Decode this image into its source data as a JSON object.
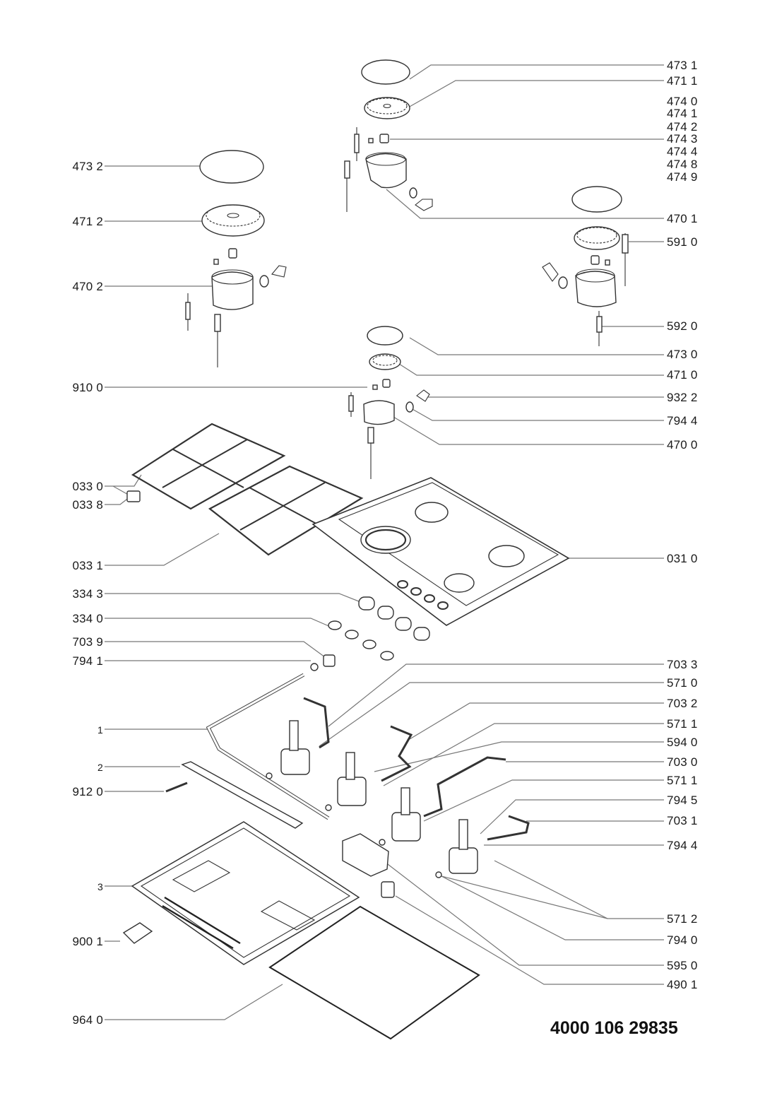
{
  "diagram": {
    "title": "Gas hob exploded parts diagram",
    "document_number": "4000 106 29835",
    "labels_right": [
      {
        "id": "473-1",
        "text": "473 1"
      },
      {
        "id": "471-1",
        "text": "471 1"
      },
      {
        "id": "474-0",
        "text": "474 0"
      },
      {
        "id": "474-1",
        "text": "474 1"
      },
      {
        "id": "474-2",
        "text": "474 2"
      },
      {
        "id": "474-3",
        "text": "474 3"
      },
      {
        "id": "474-4",
        "text": "474 4"
      },
      {
        "id": "474-8",
        "text": "474 8"
      },
      {
        "id": "474-9",
        "text": "474 9"
      },
      {
        "id": "470-1",
        "text": "470 1"
      },
      {
        "id": "591-0",
        "text": "591 0"
      },
      {
        "id": "592-0",
        "text": "592 0"
      },
      {
        "id": "473-0",
        "text": "473 0"
      },
      {
        "id": "471-0",
        "text": "471 0"
      },
      {
        "id": "932-2",
        "text": "932 2"
      },
      {
        "id": "794-4a",
        "text": "794 4"
      },
      {
        "id": "470-0",
        "text": "470 0"
      },
      {
        "id": "031-0",
        "text": "031 0"
      },
      {
        "id": "703-3",
        "text": "703 3"
      },
      {
        "id": "571-0",
        "text": "571 0"
      },
      {
        "id": "703-2",
        "text": "703 2"
      },
      {
        "id": "571-1a",
        "text": "571 1"
      },
      {
        "id": "594-0",
        "text": "594 0"
      },
      {
        "id": "703-0",
        "text": "703 0"
      },
      {
        "id": "571-1b",
        "text": "571 1"
      },
      {
        "id": "794-5",
        "text": "794 5"
      },
      {
        "id": "703-1",
        "text": "703 1"
      },
      {
        "id": "794-4b",
        "text": "794 4"
      },
      {
        "id": "571-2",
        "text": "571 2"
      },
      {
        "id": "794-0",
        "text": "794 0"
      },
      {
        "id": "595-0",
        "text": "595 0"
      },
      {
        "id": "490-1",
        "text": "490 1"
      }
    ],
    "labels_left": [
      {
        "id": "473-2",
        "text": "473 2"
      },
      {
        "id": "471-2",
        "text": "471 2"
      },
      {
        "id": "470-2",
        "text": "470 2"
      },
      {
        "id": "910-0",
        "text": "910 0"
      },
      {
        "id": "033-0",
        "text": "033 0"
      },
      {
        "id": "033-8",
        "text": "033 8"
      },
      {
        "id": "033-1",
        "text": "033 1"
      },
      {
        "id": "334-3",
        "text": "334 3"
      },
      {
        "id": "334-0",
        "text": "334 0"
      },
      {
        "id": "703-9",
        "text": "703 9"
      },
      {
        "id": "794-1",
        "text": "794 1"
      },
      {
        "id": "1",
        "text": "1"
      },
      {
        "id": "2",
        "text": "2"
      },
      {
        "id": "912-0",
        "text": "912 0"
      },
      {
        "id": "3",
        "text": "3"
      },
      {
        "id": "900-1",
        "text": "900 1"
      },
      {
        "id": "964-0",
        "text": "964 0"
      }
    ]
  }
}
